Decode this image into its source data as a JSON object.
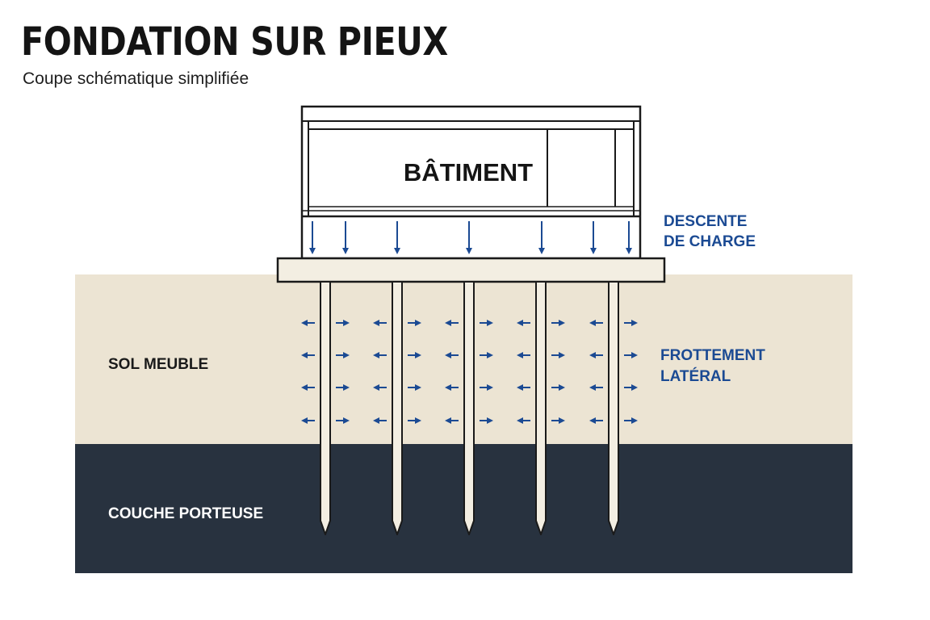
{
  "header": {
    "title": "FONDATION SUR PIEUX",
    "subtitle": "Coupe schématique simplifiée"
  },
  "building": {
    "label": "BÂTIMENT"
  },
  "loads": {
    "label_line1": "DESCENTE",
    "label_line2": "DE CHARGE"
  },
  "friction": {
    "label_line1": "FROTTEMENT",
    "label_line2": "LATÉRAL"
  },
  "soil": {
    "upper_label": "SOL MEUBLE",
    "lower_label": "COUCHE PORTEUSE"
  },
  "colors": {
    "soft_soil": "#ece4d3",
    "bearing_layer": "#28323f",
    "accent_blue": "#1b4a93",
    "outline": "#1a1a1a",
    "pile_fill": "#f3eee2"
  }
}
